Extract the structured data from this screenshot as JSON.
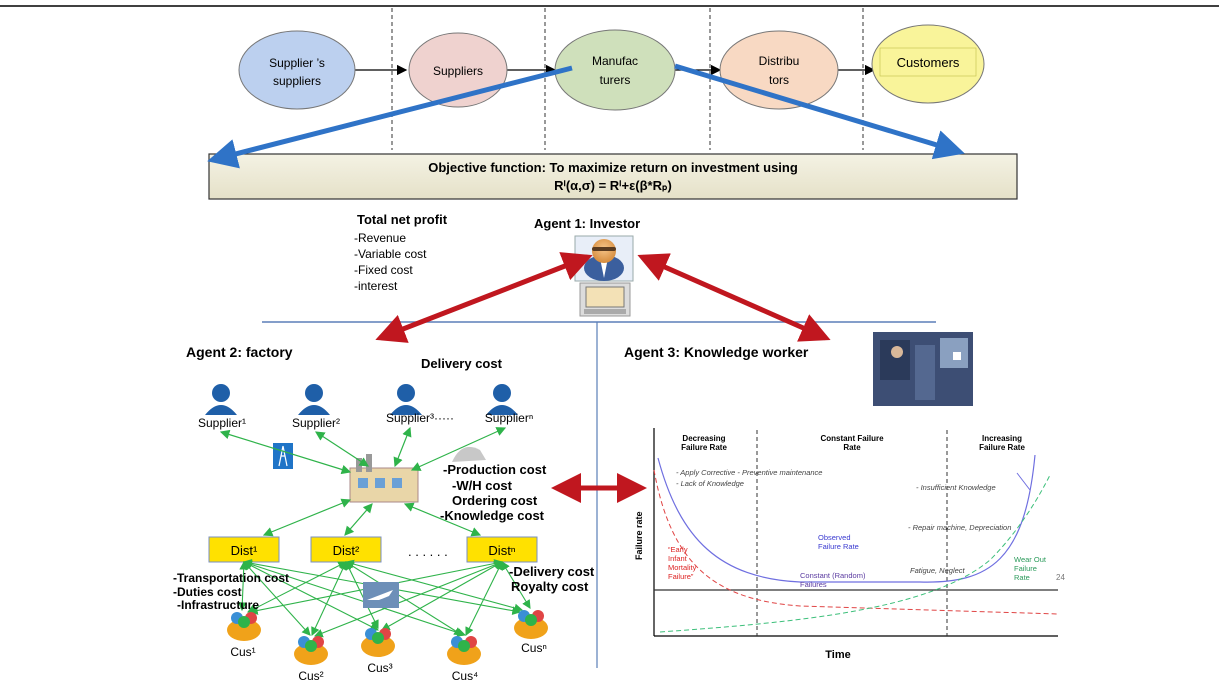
{
  "chain": {
    "nodes": [
      {
        "line1": "Supplier ’s",
        "line2": "suppliers",
        "color": "#bcd0ef"
      },
      {
        "line1": "Suppliers",
        "line2": "",
        "color": "#efd2cf"
      },
      {
        "line1": "Manufac",
        "line2": "turers",
        "color": "#cfe0bb"
      },
      {
        "line1": "Distribu",
        "line2": "tors",
        "color": "#f8d9c3"
      },
      {
        "line1": "Customers",
        "line2": "",
        "color": "#f9f49a"
      }
    ]
  },
  "objective": {
    "line1": "Objective function:  To maximize return on investment  using",
    "line2": "Rⁱ(α,σ) = Rⁱ+ε(β*Rₚ)"
  },
  "investor": {
    "title": "Agent 1:  Investor",
    "profit_title": "Total net profit",
    "profit_items": [
      "-Revenue",
      "-Variable cost",
      "-Fixed cost",
      "-interest"
    ]
  },
  "factory": {
    "title": "Agent 2:  factory",
    "delivery_cost": "Delivery cost",
    "suppliers": [
      "Supplier¹",
      "Supplier²",
      "Supplier³·····",
      "Supplierⁿ"
    ],
    "costs": [
      "-Production cost",
      "-W/H cost",
      "Ordering cost",
      "-Knowledge cost"
    ],
    "dists": [
      "Dist¹",
      "Dist²",
      "Distⁿ"
    ],
    "ellipsis": ". . . . . .",
    "left_costs": [
      "-Transportation cost",
      "-Duties cost",
      "-Infrastructure"
    ],
    "right_costs": [
      "-Delivery cost",
      "Royalty cost"
    ],
    "customers": [
      "Cus¹",
      "Cus²",
      "Cus³",
      "Cus⁴",
      "Cusⁿ"
    ]
  },
  "knowledge": {
    "title": "Agent 3:  Knowledge worker"
  },
  "bathtub": {
    "ylabel": "Failure rate",
    "xlabel": "Time",
    "regions": [
      "Decreasing Failure Rate",
      "Constant Failure Rate",
      "Increasing Failure Rate"
    ],
    "notes": {
      "apply": "- Apply Corrective - Preventive maintenance",
      "lack": "- Lack of Knowledge",
      "insufficient": "- Insufficient Knowledge",
      "repair": "- Repair machine, Depreciation",
      "observed": "Observed Failure Rate",
      "early": "“Early Infant Mortality Failure”",
      "constant": "Constant (Random) Failures",
      "fatigue": "Fatigue, Neglect",
      "wearout": "Wear Out Failure Rate"
    },
    "colors": {
      "observed": "#6f6fe0",
      "early": "#e04545",
      "wear": "#3cbf7a",
      "constant": "#333333"
    }
  },
  "page_number": "24"
}
